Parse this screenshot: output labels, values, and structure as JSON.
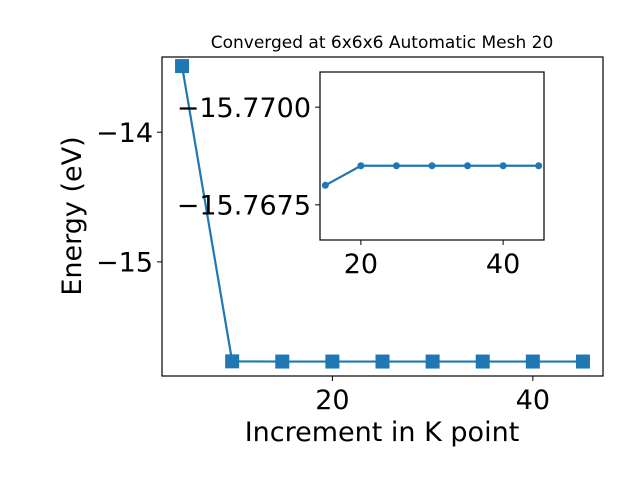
{
  "chart_data": [
    {
      "type": "line",
      "title": "Converged at 6x6x6 Automatic Mesh 20",
      "xlabel": "Increment in K point",
      "ylabel": "Energy (eV)",
      "xlim": [
        3.0,
        47.0
      ],
      "ylim": [
        -15.88,
        -13.42
      ],
      "xticks": [
        20,
        40
      ],
      "yticks": [
        -14,
        -15
      ],
      "ytick_labels": [
        "−14",
        "−15"
      ],
      "xtick_labels": [
        "20",
        "40"
      ],
      "marker": "square",
      "color": "#1f77b4",
      "x": [
        5,
        10,
        15,
        20,
        25,
        30,
        35,
        40,
        45
      ],
      "y": [
        -13.49,
        -15.767,
        -15.7685,
        -15.7685,
        -15.7685,
        -15.7685,
        -15.7685,
        -15.7685,
        -15.7685
      ]
    },
    {
      "type": "line",
      "title": "",
      "xlabel": "",
      "ylabel": "",
      "xlim": [
        14.25,
        45.75
      ],
      "ylim": [
        -15.7666,
        -15.7709
      ],
      "xticks": [
        20,
        40
      ],
      "yticks": [
        -15.77,
        -15.7675
      ],
      "ytick_labels": [
        "−15.7700",
        "−15.7675"
      ],
      "xtick_labels": [
        "20",
        "40"
      ],
      "marker": "circle",
      "color": "#1f77b4",
      "x": [
        15,
        20,
        25,
        30,
        35,
        40,
        45
      ],
      "y": [
        -15.768,
        -15.7685,
        -15.7685,
        -15.7685,
        -15.7685,
        -15.7685,
        -15.7685
      ]
    }
  ]
}
